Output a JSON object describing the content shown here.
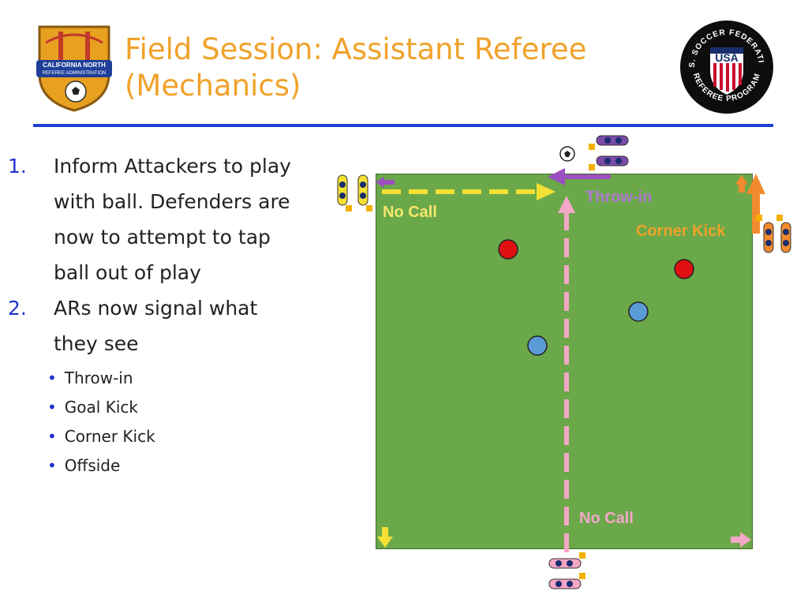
{
  "header": {
    "title_line1": "Field Session: Assistant Referee",
    "title_line2": "(Mechanics)",
    "left_logo": {
      "text1": "CALIFORNIA NORTH",
      "text2": "REFEREE ADMINISTRATION"
    },
    "right_logo": {
      "ring_top": "U.S. SOCCER FEDERATION",
      "ring_bottom": "REFEREE PROGRAM",
      "center": "USA"
    }
  },
  "instructions": {
    "items": [
      {
        "number": "1.",
        "lines": [
          "Inform Attackers to play",
          "with ball. Defenders are",
          "now to attempt to tap",
          "ball out of play"
        ]
      },
      {
        "number": "2.",
        "lines": [
          "ARs now signal what",
          "they see"
        ]
      }
    ],
    "sub_items": [
      "Throw-in",
      "Goal Kick",
      "Corner Kick",
      "Offside"
    ]
  },
  "diagram": {
    "labels": {
      "throw_in": "Throw-in",
      "no_call_top": "No Call",
      "corner_kick": "Corner Kick",
      "no_call_bottom": "No Call"
    },
    "colors": {
      "field": "#6ba84a",
      "throw_in": "#9b4fc0",
      "no_call_top": "#f5e033",
      "corner_kick": "#f28a2e",
      "no_call_bottom": "#f4a6c6",
      "goal_kick": "#f5e033",
      "red_player": "#e01010",
      "blue_player": "#5b9bd5",
      "title": "#f0a22a",
      "rule": "#1f3fd6"
    }
  }
}
